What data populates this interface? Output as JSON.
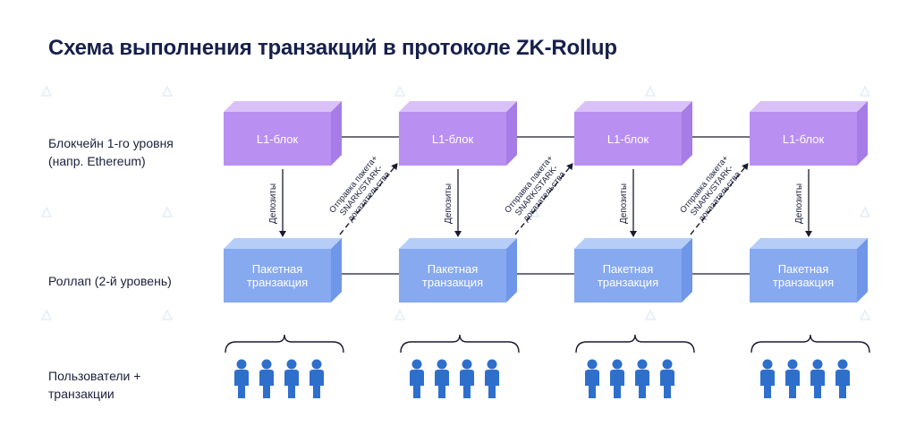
{
  "title": "Схема выполнения транзакций в протоколе ZK-Rollup",
  "rows": {
    "l1": [
      "Блокчейн 1-го уровня",
      "(напр. Ethereum)"
    ],
    "rollup": [
      "Роллап (2-й уровень)"
    ],
    "users": [
      "Пользователи +",
      "транзакции"
    ]
  },
  "columns": [
    {
      "l1_block": "L1-блок",
      "batch": [
        "Пакетная",
        "транзакция"
      ],
      "deposit": "Депозиты",
      "proof": [
        "Отправка пакета+",
        "SNARK/STARK-",
        "доказательства"
      ]
    },
    {
      "l1_block": "L1-блок",
      "batch": [
        "Пакетная",
        "транзакция"
      ],
      "deposit": "Депозиты",
      "proof": [
        "Отправка пакета+",
        "SNARK/STARK-",
        "доказательства"
      ]
    },
    {
      "l1_block": "L1-блок",
      "batch": [
        "Пакетная",
        "транзакция"
      ],
      "deposit": "Депозиты",
      "proof": [
        "Отправка пакета+",
        "SNARK/STARK-",
        "доказательства"
      ]
    },
    {
      "l1_block": "L1-блок",
      "batch": [
        "Пакетная",
        "транзакция"
      ],
      "deposit": "Депозиты",
      "proof": null
    }
  ],
  "users_per_group": 4,
  "colors": {
    "l1_front": "#b98ff2",
    "l1_top": "#d9c1f8",
    "l1_side": "#a67ce6",
    "batch_front": "#86a9f0",
    "batch_top": "#b6cdf8",
    "batch_side": "#6f96e8",
    "user": "#2f6fcc",
    "line": "#1a1a2e"
  },
  "icons": [
    "network-watermark-icon",
    "user-icon",
    "brace-icon",
    "arrow-icon"
  ]
}
